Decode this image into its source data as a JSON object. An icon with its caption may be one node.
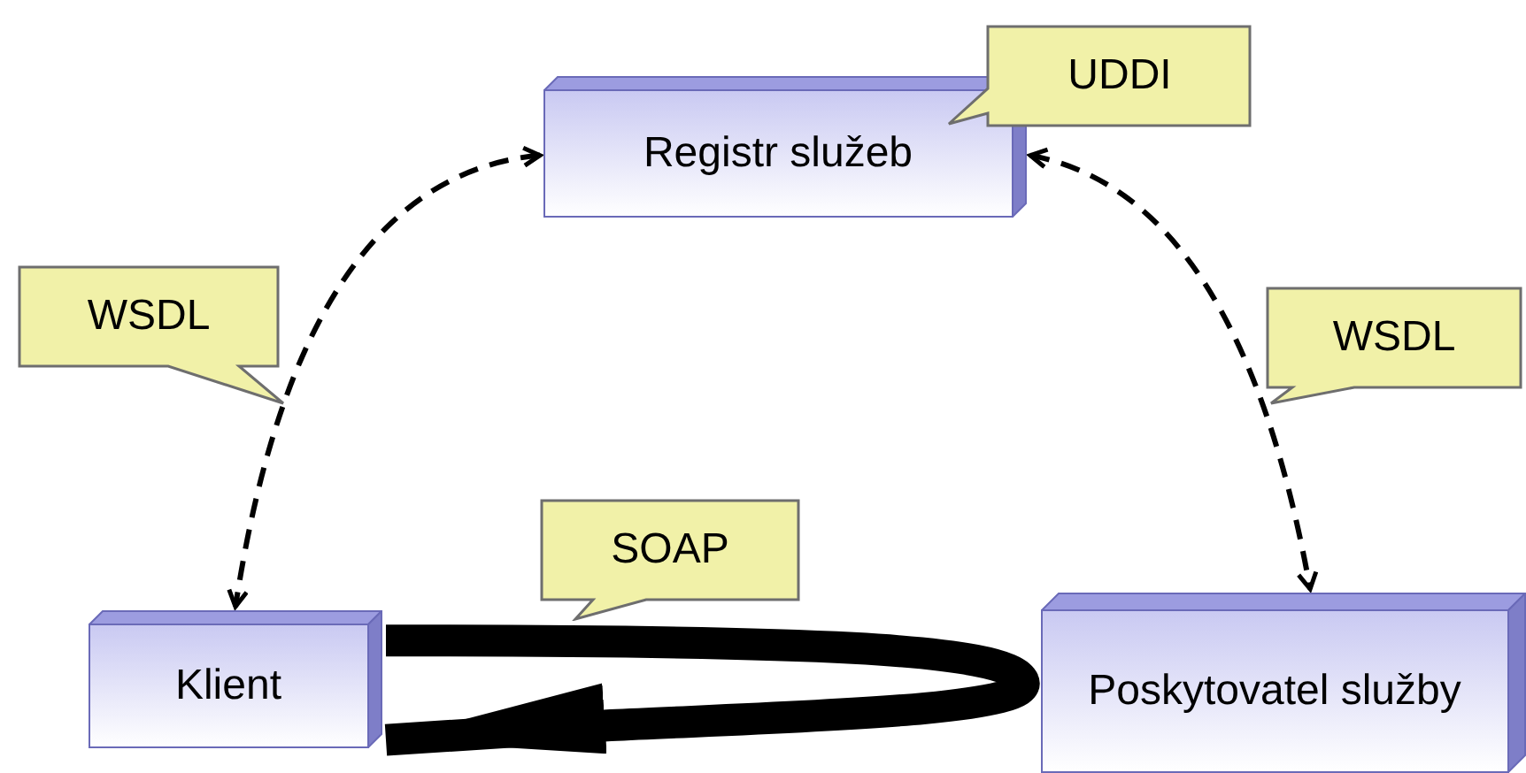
{
  "diagram": {
    "nodes": [
      {
        "text": [
          "Registr služeb"
        ]
      },
      {
        "text": [
          "UDDI"
        ]
      },
      {
        "text": [
          "WSDL"
        ]
      },
      {
        "text": [
          "WSDL"
        ]
      },
      {
        "text": [
          "Klient"
        ]
      },
      {
        "text": [
          "SOAP"
        ]
      },
      {
        "text": [
          "Poskytovatel služby"
        ]
      }
    ],
    "edges": [
      {
        "from": 0,
        "to": 4,
        "arrow": "both",
        "style": "dashed"
      },
      {
        "from": 0,
        "to": 6,
        "arrow": "both",
        "style": "dashed"
      },
      {
        "from": 4,
        "to": 4,
        "arrow": "to",
        "style": "thick"
      }
    ]
  }
}
